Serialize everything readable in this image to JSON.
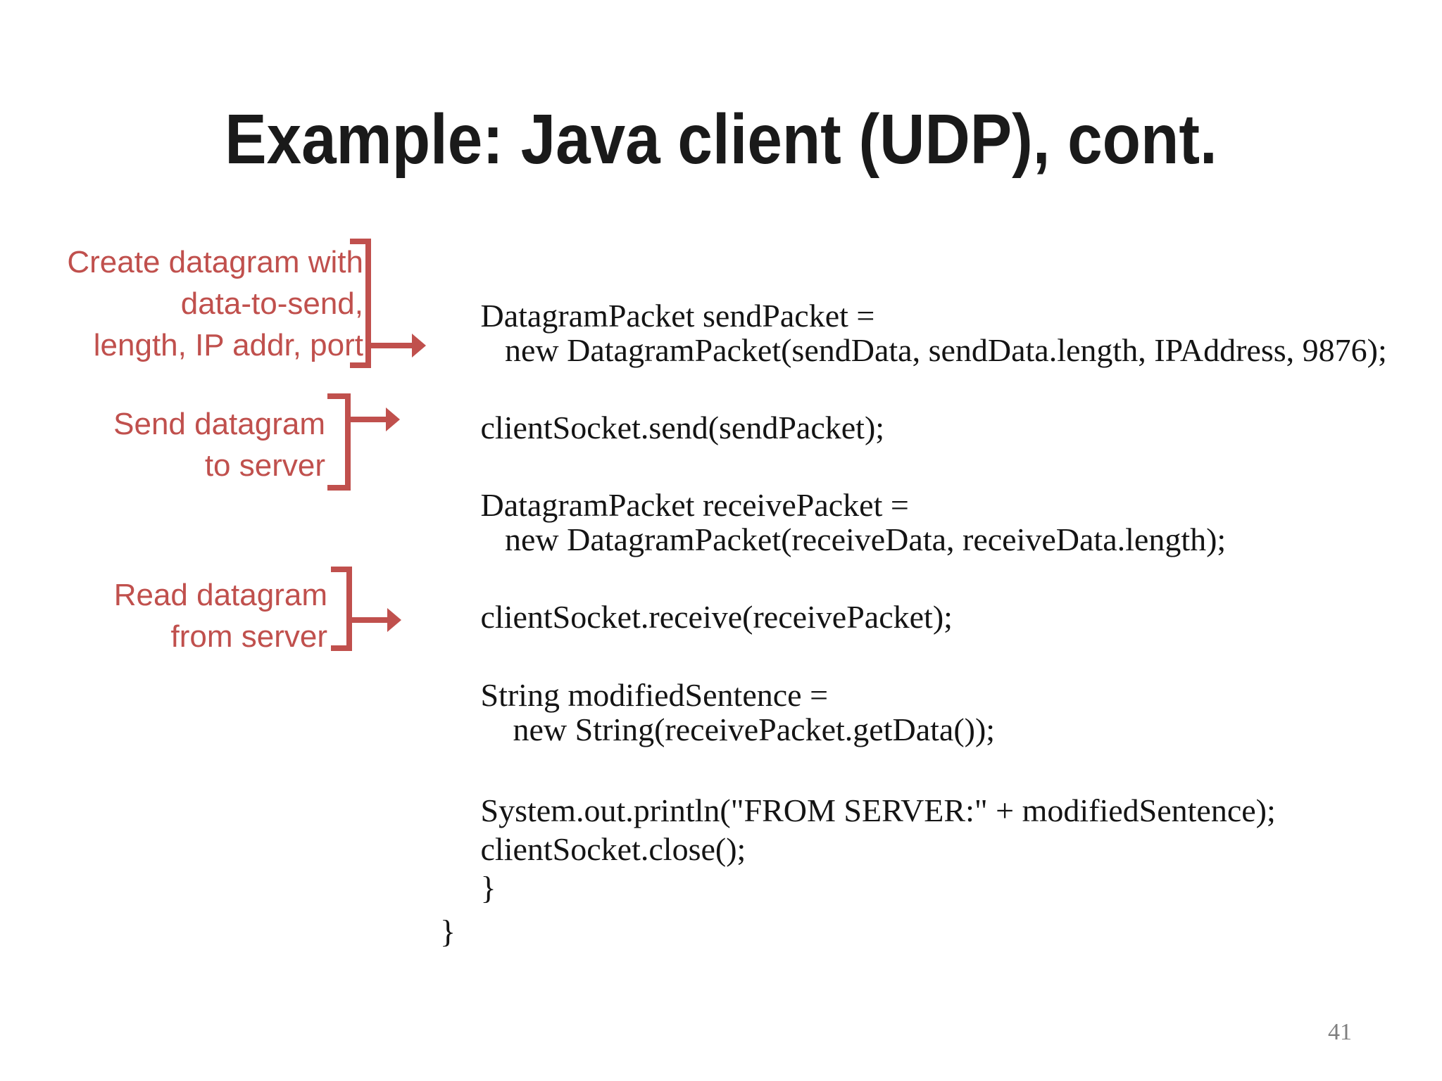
{
  "colors": {
    "accent": "#c0504d",
    "title_text": "#1a1a1a",
    "code_text": "#141414",
    "page_number": "#7f7f7f",
    "background": "#ffffff"
  },
  "title": "Example: Java client (UDP), cont.",
  "annotations": [
    {
      "lines": [
        "Create datagram with",
        "data-to-send,",
        "length, IP addr, port"
      ]
    },
    {
      "lines": [
        "Send datagram",
        "to server"
      ]
    },
    {
      "lines": [
        "Read datagram",
        "from server"
      ]
    }
  ],
  "code": {
    "lines": [
      "     DatagramPacket sendPacket =",
      "        new DatagramPacket(sendData, sendData.length, IPAddress, 9876);",
      "     clientSocket.send(sendPacket);",
      "     DatagramPacket receivePacket =",
      "        new DatagramPacket(receiveData, receiveData.length);",
      "     clientSocket.receive(receivePacket);",
      "     String modifiedSentence =",
      "         new String(receivePacket.getData());",
      "     System.out.println(\"FROM SERVER:\" + modifiedSentence);",
      "     clientSocket.close();",
      "     }",
      "}"
    ]
  },
  "page_number": "41"
}
